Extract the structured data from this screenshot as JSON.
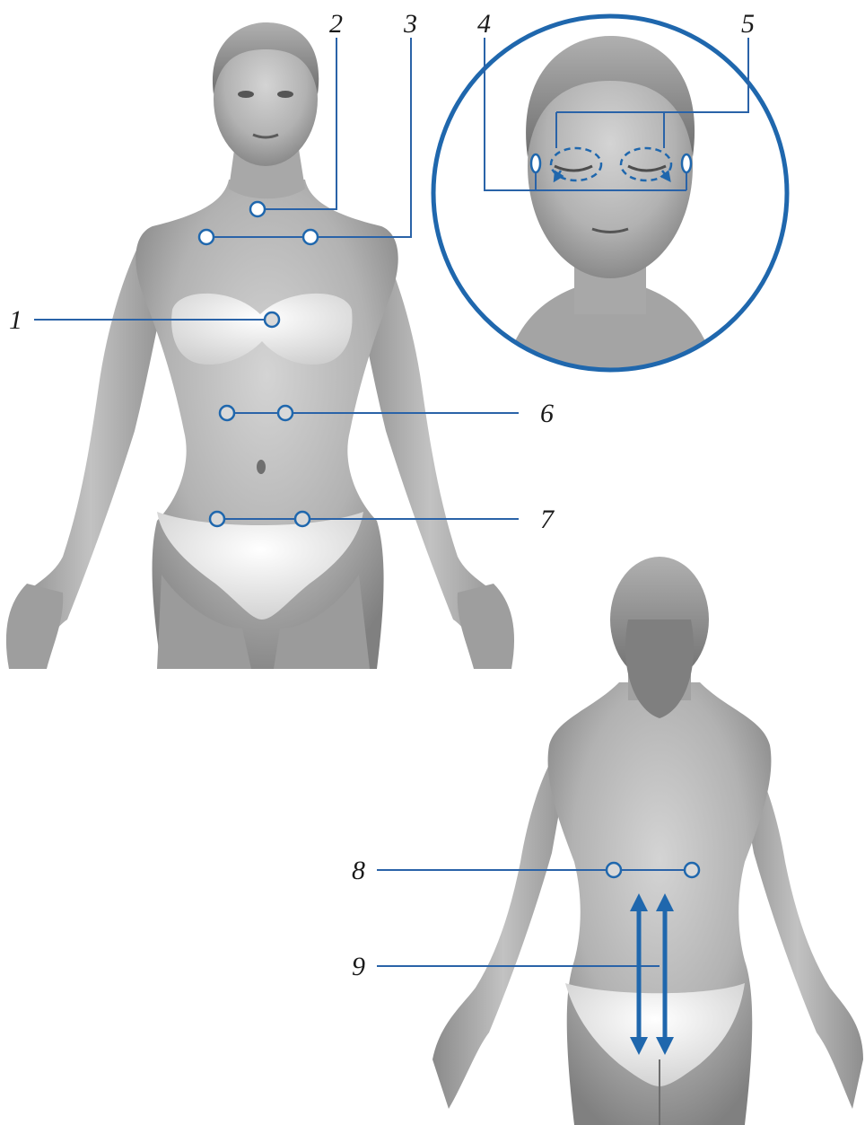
{
  "labels": {
    "l1": "1",
    "l2": "2",
    "l3": "3",
    "l4": "4",
    "l5": "5",
    "l6": "6",
    "l7": "7",
    "l8": "8",
    "l9": "9"
  },
  "colors": {
    "accent": "#1f67ad",
    "leader": "#2a63a8",
    "skin_light": "#c4c4c4",
    "skin_dark": "#7d7d7d",
    "hair": "#8a8a8a",
    "garment": "#f2f2f2",
    "marker_fill": "#d9d9d9"
  }
}
